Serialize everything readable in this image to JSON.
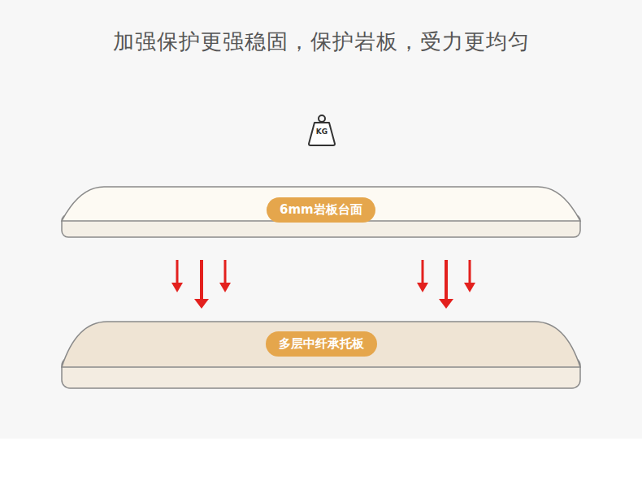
{
  "diagram": {
    "title": "加强保护更强稳固，保护岩板，受力更均匀",
    "nodes": [
      {
        "text": [
          "KG"
        ]
      },
      {
        "text": [
          "6mm岩板台面"
        ]
      },
      {
        "text": [
          "多层中纤承托板"
        ]
      }
    ]
  }
}
